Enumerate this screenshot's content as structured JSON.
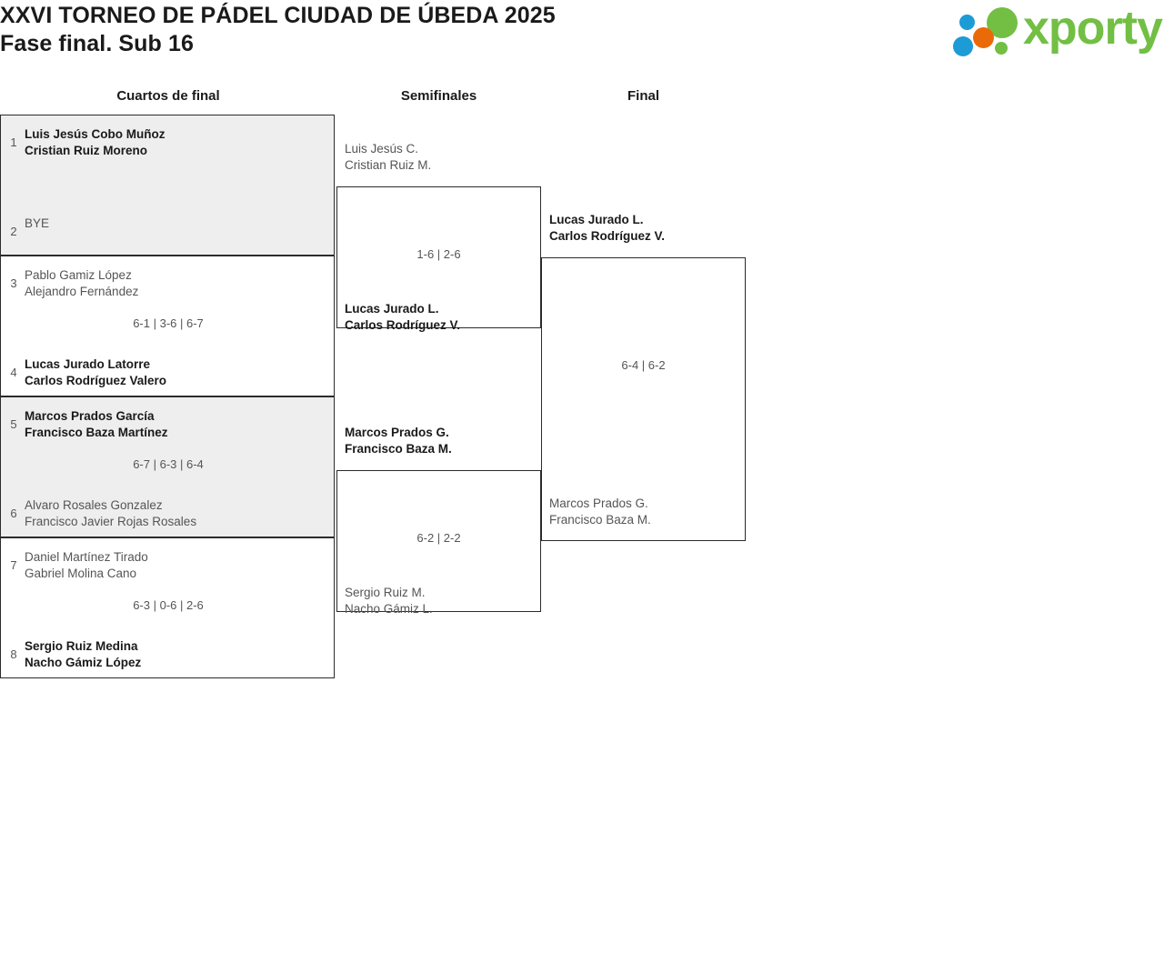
{
  "header": {
    "title_line_1": "XXVI TORNEO DE PÁDEL CIUDAD DE ÚBEDA 2025",
    "title_line_2": "Fase final. Sub 16",
    "logo_text": "xporty",
    "logo_colors": {
      "green": "#72bf44",
      "blue": "#1d9bd7",
      "orange": "#ea6a0a"
    }
  },
  "rounds": [
    {
      "label": "Cuartos de final"
    },
    {
      "label": "Semifinales"
    },
    {
      "label": "Final"
    }
  ],
  "quarterfinals": [
    {
      "shaded": true,
      "top_seed": "1",
      "top_line_1": "Luis Jesús Cobo Muñoz",
      "top_line_2": "Cristian Ruiz Moreno",
      "top_winner": true,
      "bottom_seed": "2",
      "bottom_line_1": "BYE",
      "bottom_line_2": "",
      "bottom_winner": false,
      "score": ""
    },
    {
      "shaded": false,
      "top_seed": "3",
      "top_line_1": "Pablo Gamiz López",
      "top_line_2": "Alejandro Fernández",
      "top_winner": false,
      "bottom_seed": "4",
      "bottom_line_1": "Lucas Jurado Latorre",
      "bottom_line_2": "Carlos Rodríguez Valero",
      "bottom_winner": true,
      "score": "6-1 | 3-6 | 6-7"
    },
    {
      "shaded": true,
      "top_seed": "5",
      "top_line_1": "Marcos Prados García",
      "top_line_2": "Francisco Baza Martínez",
      "top_winner": true,
      "bottom_seed": "6",
      "bottom_line_1": "Alvaro Rosales Gonzalez",
      "bottom_line_2": "Francisco Javier Rojas Rosales",
      "bottom_winner": false,
      "score": "6-7 | 6-3 | 6-4"
    },
    {
      "shaded": false,
      "top_seed": "7",
      "top_line_1": "Daniel Martínez Tirado",
      "top_line_2": "Gabriel Molina Cano",
      "top_winner": false,
      "bottom_seed": "8",
      "bottom_line_1": "Sergio Ruiz Medina",
      "bottom_line_2": "Nacho Gámiz López",
      "bottom_winner": true,
      "score": "6-3 | 0-6 | 2-6"
    }
  ],
  "semifinals": [
    {
      "top_line_1": "Luis Jesús C.",
      "top_line_2": "Cristian Ruiz M.",
      "top_winner": false,
      "bottom_line_1": "Lucas Jurado L.",
      "bottom_line_2": "Carlos Rodríguez V.",
      "bottom_winner": true,
      "score": "1-6 | 2-6"
    },
    {
      "top_line_1": "Marcos Prados G.",
      "top_line_2": "Francisco Baza M.",
      "top_winner": true,
      "bottom_line_1": "Sergio Ruiz M.",
      "bottom_line_2": "Nacho Gámiz L.",
      "bottom_winner": false,
      "score": "6-2 | 2-2"
    }
  ],
  "final": {
    "top_line_1": "Lucas Jurado L.",
    "top_line_2": "Carlos Rodríguez V.",
    "top_winner": true,
    "bottom_line_1": "Marcos Prados G.",
    "bottom_line_2": "Francisco Baza M.",
    "bottom_winner": false,
    "score": "6-4 | 6-2"
  }
}
